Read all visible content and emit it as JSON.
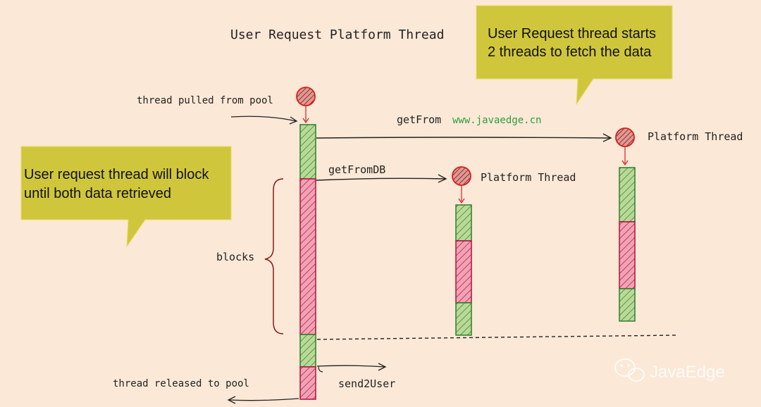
{
  "title": "User Request Platform Thread",
  "notes": {
    "top_right": [
      "User Request thread starts",
      "2 threads to fetch the data"
    ],
    "left": [
      "User request thread will block",
      "until both data  retrieved"
    ]
  },
  "labels": {
    "pulled": "thread pulled from pool",
    "released": "thread released to pool",
    "get_from": "getFrom",
    "get_from_url": "www.javaedge.cn",
    "get_from_db": "getFromDB",
    "platform_thread_1": "Platform Thread",
    "platform_thread_2": "Platform Thread",
    "blocks": "blocks",
    "send2user": "send2User"
  },
  "watermark": "JavaEdge",
  "colors": {
    "background": "#fbe8d6",
    "note": "#cfc63c",
    "green_fill": "#8bbf6a",
    "green_stroke": "#2e7d32",
    "red_fill": "#e06a86",
    "red_stroke": "#b0123c",
    "url": "#2e9e3e",
    "brace": "#8b1a1a"
  }
}
